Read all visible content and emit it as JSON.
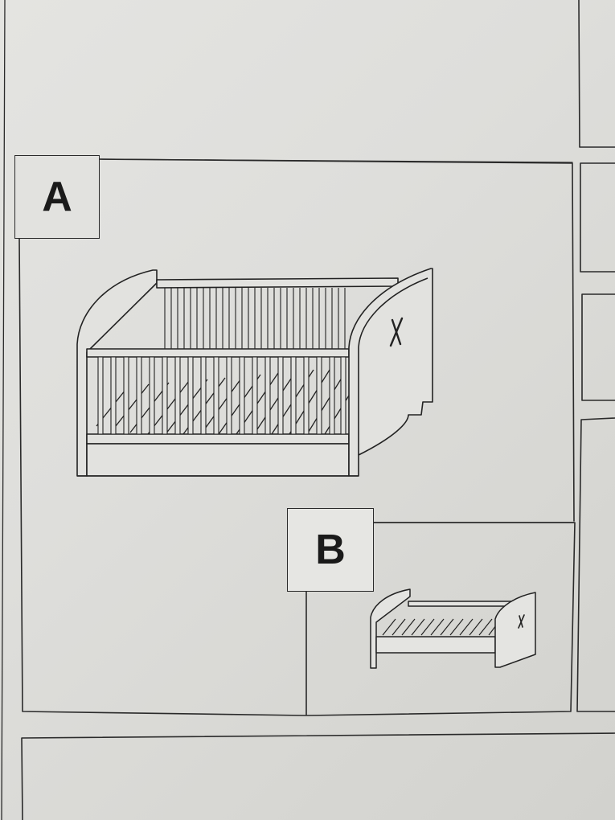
{
  "panels": {
    "a": {
      "label": "A"
    },
    "b": {
      "label": "B"
    }
  },
  "icons": {
    "crib": "crib-illustration",
    "toddler_bed": "toddler-bed-illustration",
    "headboard_mark": "x-mark-icon"
  },
  "colors": {
    "paper": "#dcdcd8",
    "line": "#2a2a2a"
  }
}
